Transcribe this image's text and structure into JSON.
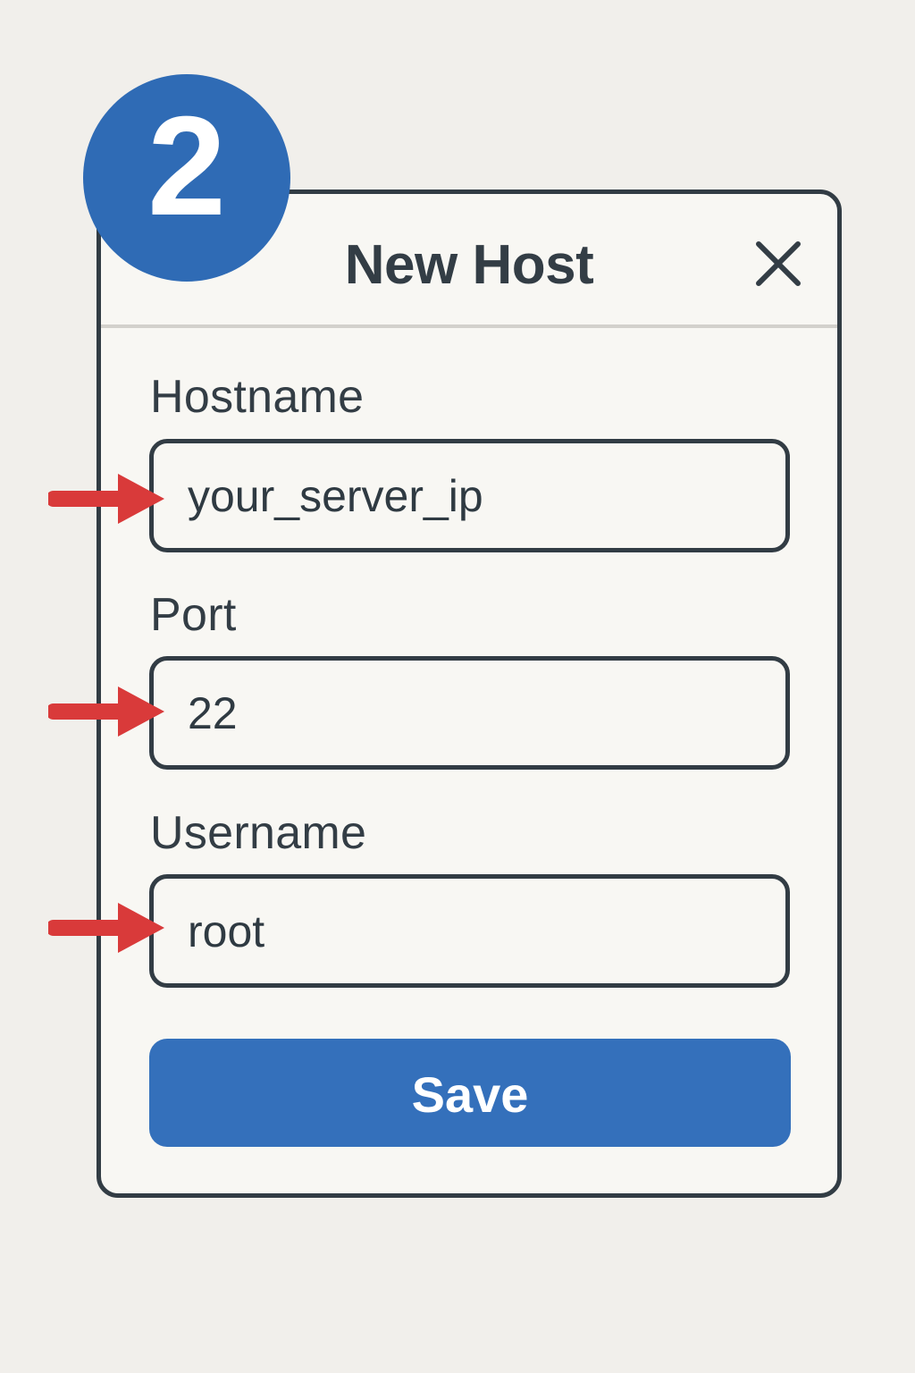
{
  "step": {
    "number": "2",
    "color": "#2f6bb5"
  },
  "dialog": {
    "title": "New Host",
    "close_icon": "close-icon"
  },
  "form": {
    "fields": [
      {
        "label": "Hostname",
        "value": "your_server_ip"
      },
      {
        "label": "Port",
        "value": "22"
      },
      {
        "label": "Username",
        "value": "root"
      }
    ],
    "save_label": "Save"
  },
  "annotations": {
    "arrow_icon": "right-arrow-icon",
    "arrow_color": "#d93a3a"
  },
  "colors": {
    "background": "#f1efeb",
    "accent": "#3470bb",
    "border": "#323c44"
  }
}
